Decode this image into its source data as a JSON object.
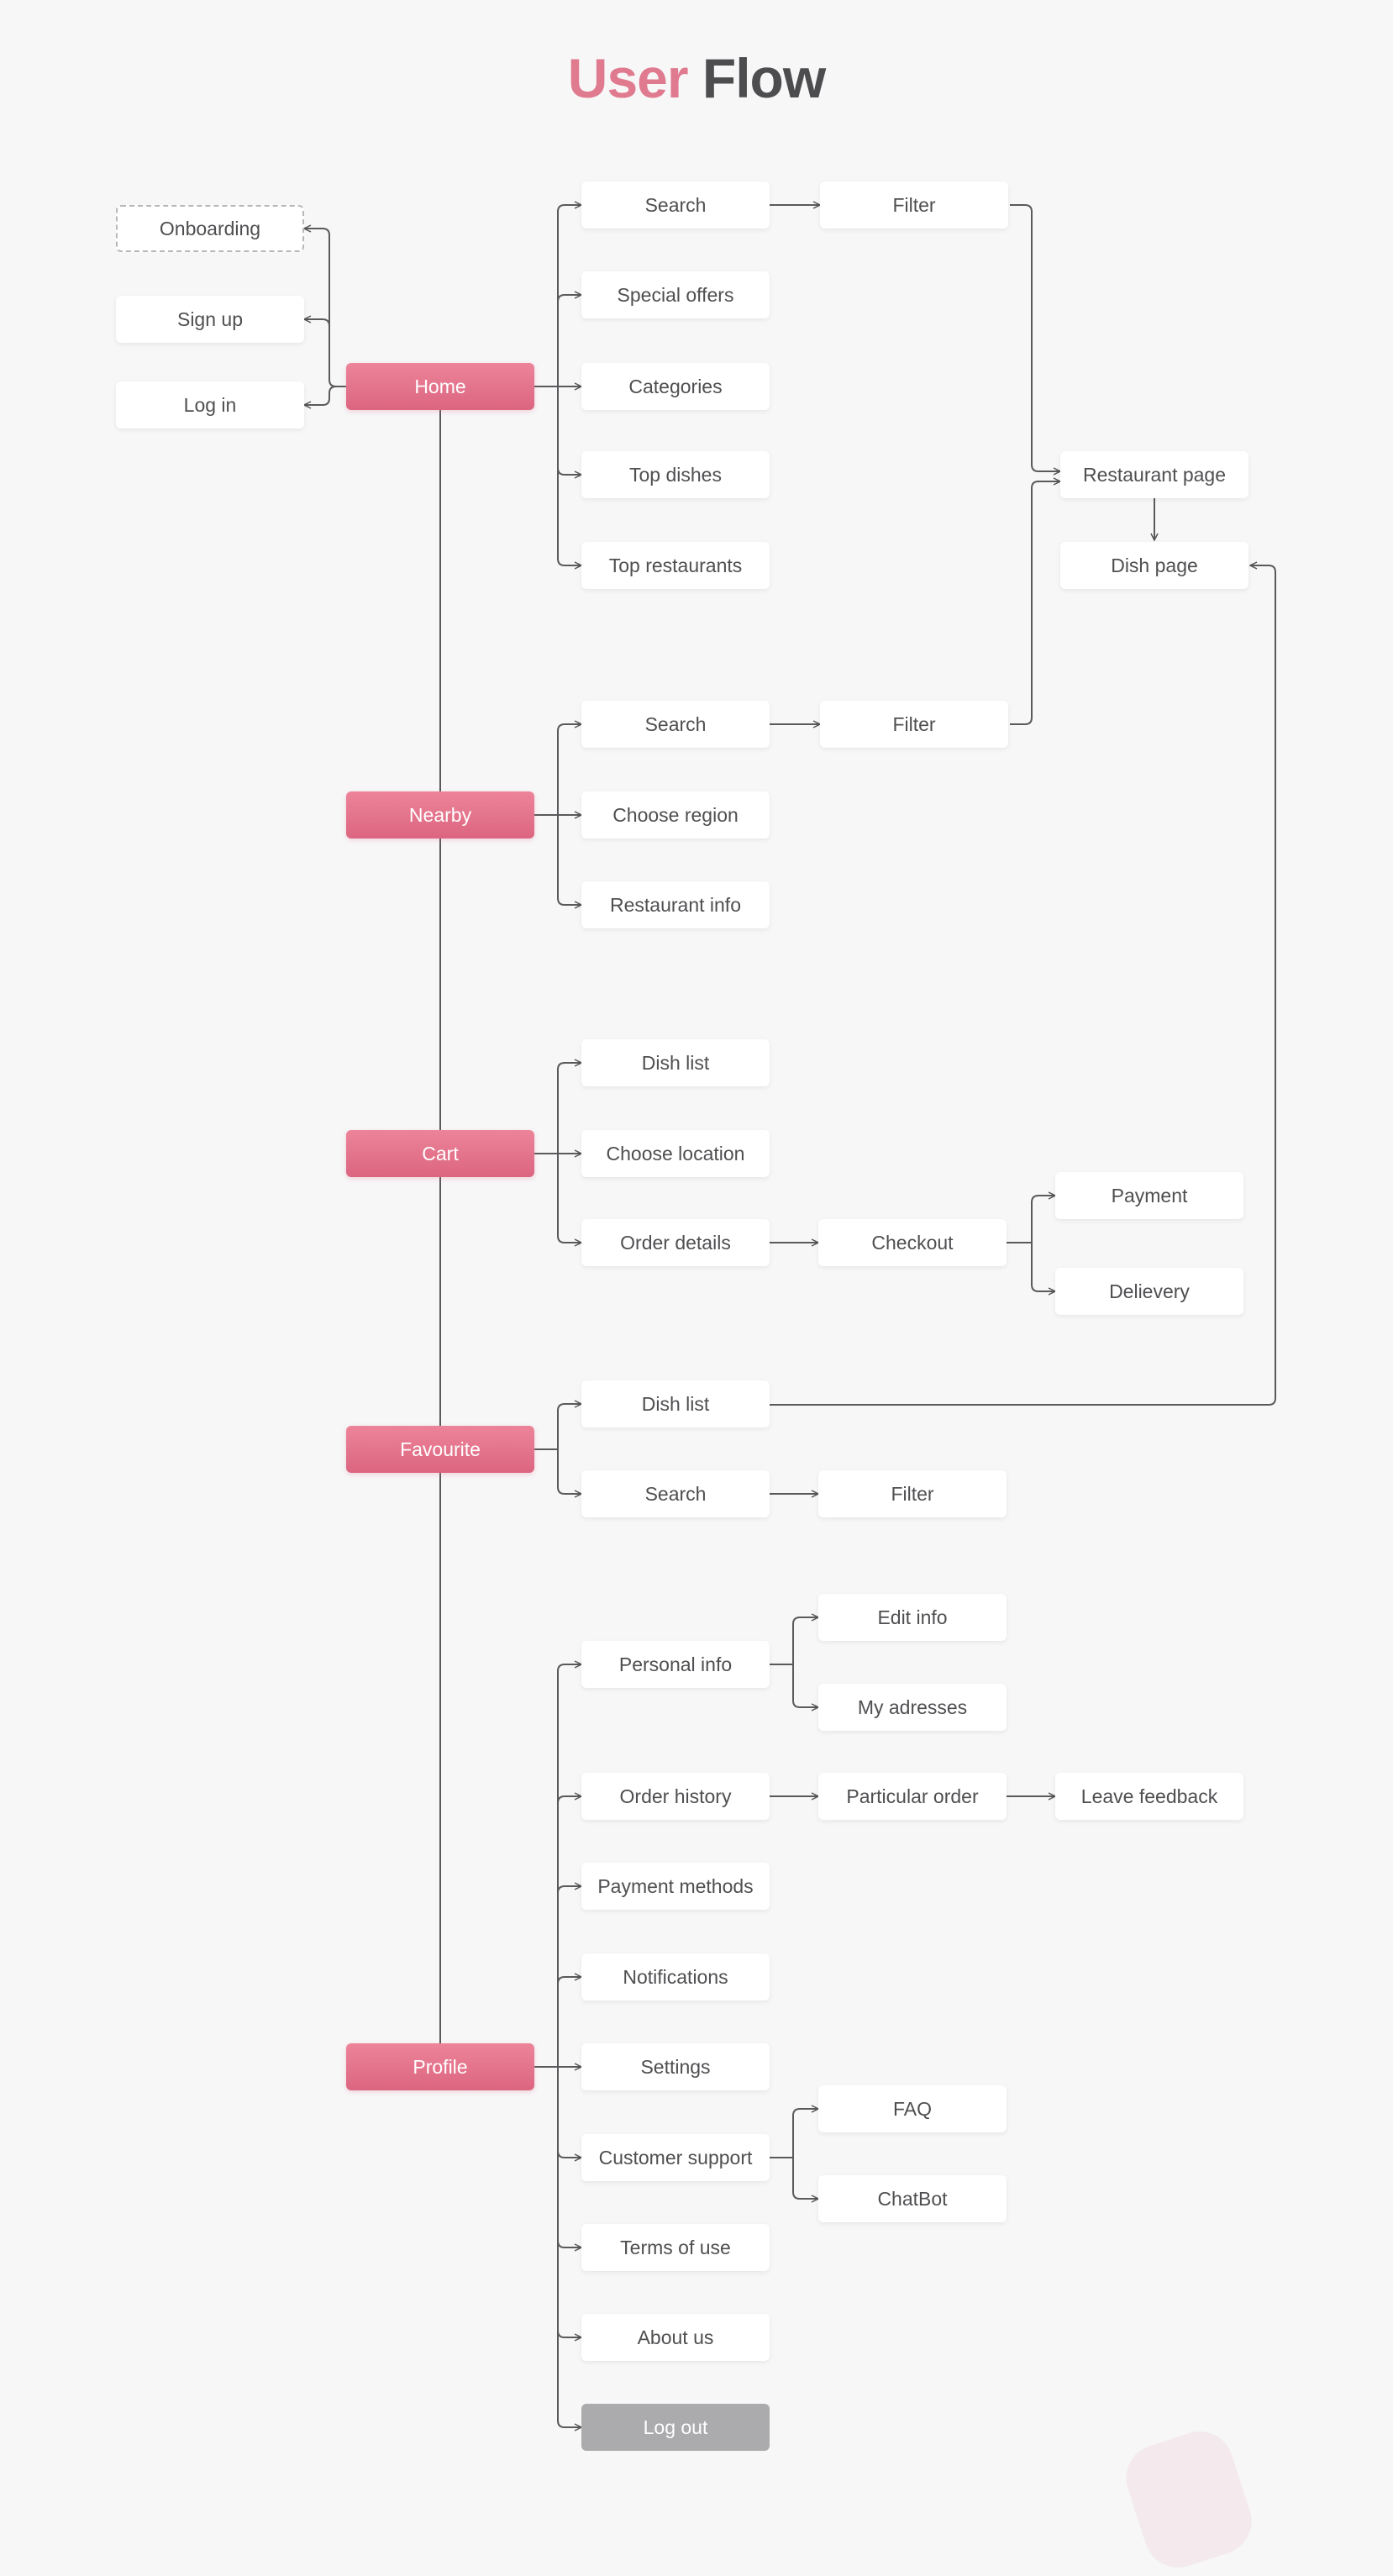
{
  "title": {
    "part1": "User",
    "part2": "Flow"
  },
  "colors": {
    "accent": "#e07a8f",
    "main_node": "#e06e87",
    "line": "#555555",
    "logout": "#ababae"
  },
  "nodes": {
    "home": "Home",
    "nearby": "Nearby",
    "cart": "Cart",
    "favourite": "Favourite",
    "profile": "Profile",
    "onboarding": "Onboarding",
    "signup": "Sign up",
    "login": "Log in",
    "home_search": "Search",
    "home_filter": "Filter",
    "special_offers": "Special offers",
    "categories": "Categories",
    "top_dishes": "Top dishes",
    "top_restaurants": "Top restaurants",
    "restaurant_page": "Restaurant page",
    "dish_page": "Dish page",
    "nearby_search": "Search",
    "nearby_filter": "Filter",
    "choose_region": "Choose region",
    "restaurant_info": "Restaurant info",
    "cart_dish_list": "Dish list",
    "choose_location": "Choose location",
    "order_details": "Order details",
    "checkout": "Checkout",
    "payment": "Payment",
    "delivery": "Delievery",
    "fav_dish_list": "Dish list",
    "fav_search": "Search",
    "fav_filter": "Filter",
    "personal_info": "Personal info",
    "edit_info": "Edit info",
    "my_addresses": "My adresses",
    "order_history": "Order history",
    "particular_order": "Particular order",
    "leave_feedback": "Leave feedback",
    "payment_methods": "Payment methods",
    "notifications": "Notifications",
    "settings": "Settings",
    "customer_support": "Customer support",
    "faq": "FAQ",
    "chatbot": "ChatBot",
    "terms_of_use": "Terms of use",
    "about_us": "About us",
    "log_out": "Log out"
  }
}
